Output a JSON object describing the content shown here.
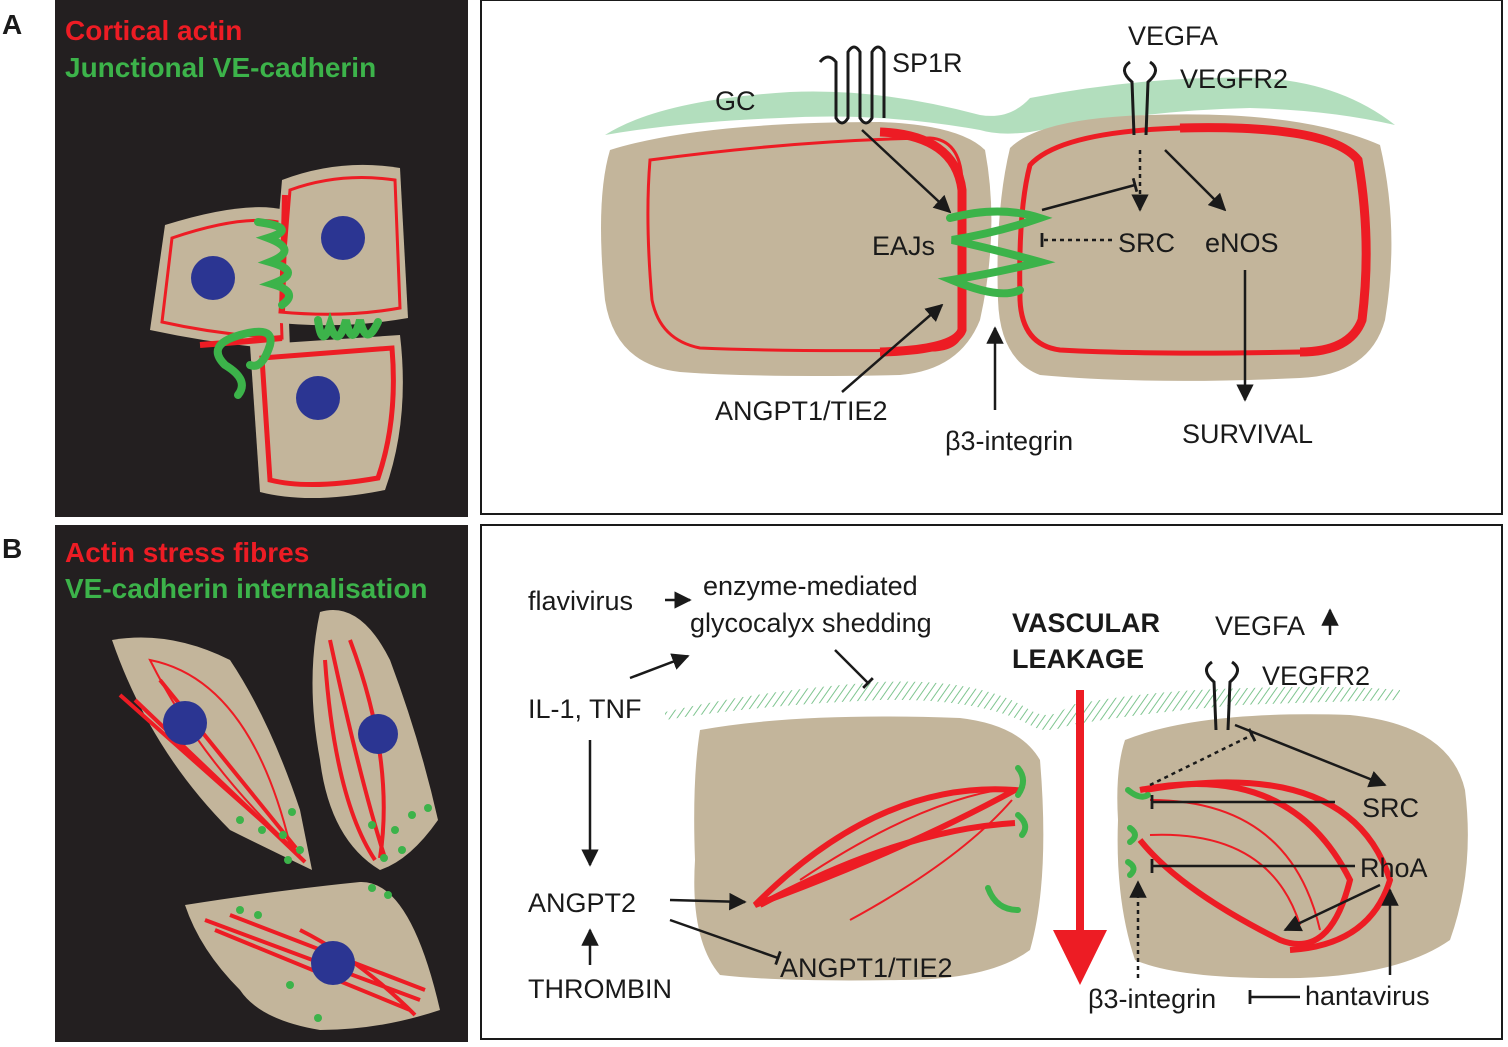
{
  "colors": {
    "cell": "#c3b59b",
    "actin": "#ed1c24",
    "vecadherin": "#3cb34a",
    "nucleus": "#2b3592",
    "glycocalyx": "#9fd6ad",
    "dark_panel": "#231f20"
  },
  "panel_a": {
    "letter": "A",
    "legend": {
      "red": "Cortical actin",
      "green": "Junctional VE-cadherin"
    },
    "labels": {
      "gc": "GC",
      "sp1r": "SP1R",
      "vegfa": "VEGFA",
      "vegfr2": "VEGFR2",
      "eajs": "EAJs",
      "src": "SRC",
      "enos": "eNOS",
      "angpt1_tie2": "ANGPT1/TIE2",
      "b3_integrin": "β3-integrin",
      "survival": "SURVIVAL"
    }
  },
  "panel_b": {
    "letter": "B",
    "legend": {
      "red": "Actin stress fibres",
      "green": "VE-cadherin internalisation"
    },
    "labels": {
      "flavivirus": "flavivirus",
      "enzyme_line1": "enzyme-mediated",
      "enzyme_line2": "glycocalyx shedding",
      "il1_tnf": "IL-1, TNF",
      "vascular": "VASCULAR",
      "leakage": "LEAKAGE",
      "vegfa": "VEGFA",
      "vegfr2": "VEGFR2",
      "src": "SRC",
      "rhoa": "RhoA",
      "angpt2": "ANGPT2",
      "thrombin": "THROMBIN",
      "angpt1_tie2": "ANGPT1/TIE2",
      "b3_integrin": "β3-integrin",
      "hantavirus": "hantavirus"
    }
  }
}
